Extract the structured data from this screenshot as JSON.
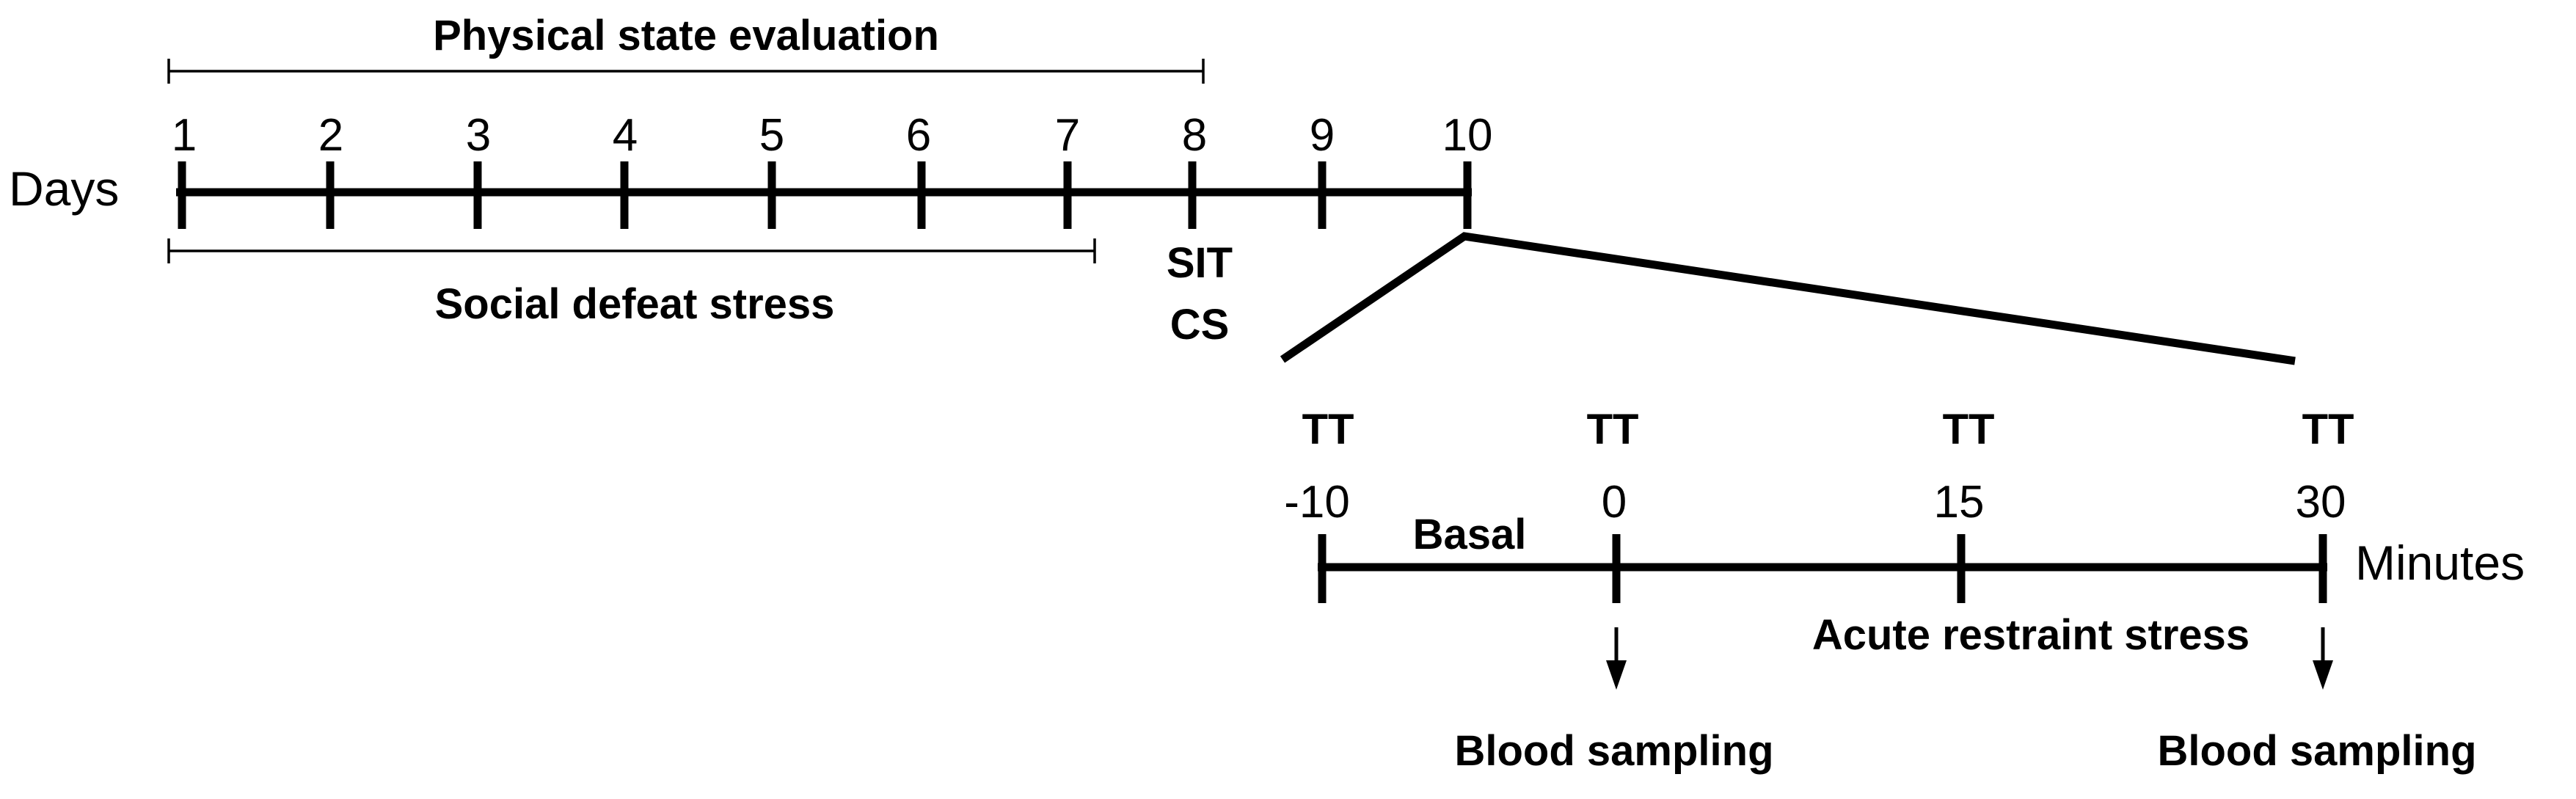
{
  "days": {
    "axis_label": "Days",
    "ticks": [
      "1",
      "2",
      "3",
      "4",
      "5",
      "6",
      "7",
      "8",
      "9",
      "10"
    ],
    "physical_state": "Physical state evaluation",
    "social_defeat": "Social defeat stress",
    "day8_tests": [
      "SIT",
      "CS"
    ]
  },
  "minutes": {
    "axis_label": "Minutes",
    "ticks": [
      "-10",
      "0",
      "15",
      "30"
    ],
    "tt_label": "TT",
    "basal": "Basal",
    "acute_restraint": "Acute restraint stress",
    "blood_sampling_1": "Blood sampling",
    "blood_sampling_2": "Blood sampling"
  },
  "colors": {
    "ink": "#000000",
    "background": "#ffffff"
  }
}
